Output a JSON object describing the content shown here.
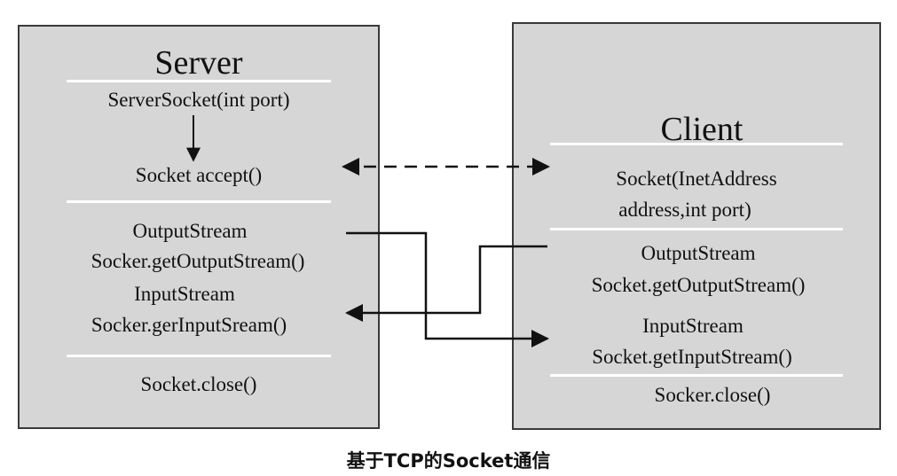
{
  "server": {
    "title": "Server",
    "server_socket": "ServerSocket(int port)",
    "accept": "Socket accept()",
    "output_stream_type": "OutputStream",
    "output_stream_call": "Socker.getOutputStream()",
    "input_stream_type": "InputStream",
    "input_stream_call": "Socker.gerInputSream()",
    "close": "Socket.close()"
  },
  "client": {
    "title": "Client",
    "socket_line1": "Socket(InetAddress",
    "socket_line2": "address,int port)",
    "output_stream_type": "OutputStream",
    "output_stream_call": "Socket.getOutputStream()",
    "input_stream_type": "InputStream",
    "input_stream_call": "Socket.getInputStream()",
    "close": "Socker.close()"
  },
  "caption": "基于TCP的Socket通信"
}
